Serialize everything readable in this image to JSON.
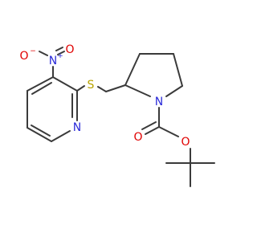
{
  "molecule": {
    "atoms": {
      "N_nitro": "N",
      "N_nitro_charge": "+",
      "O_top": "O",
      "O_left": "O",
      "O_left_charge": "−",
      "S": "S",
      "N_pyridine": "N",
      "N_pyrrolidine": "N",
      "O_carbonyl": "O",
      "O_ester": "O"
    },
    "colors": {
      "bond": "#3a3a3a",
      "nitrogen": "#2b2bd9",
      "oxygen": "#e00000",
      "sulfur": "#b8a300"
    }
  }
}
